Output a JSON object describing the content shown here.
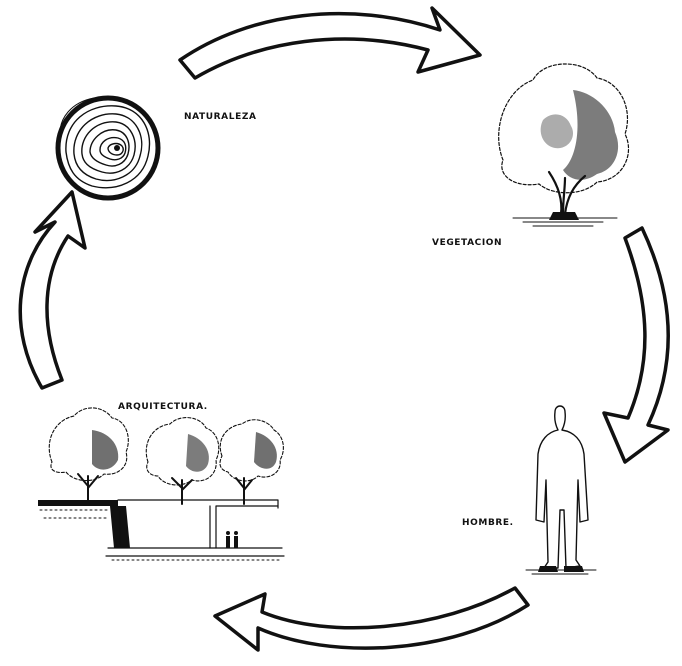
{
  "diagram": {
    "type": "cycle",
    "nodes": [
      {
        "id": "naturaleza",
        "label": "NATURALEZA",
        "icon": "tree-ring-icon"
      },
      {
        "id": "vegetacion",
        "label": "VEGETACION",
        "icon": "tree-icon"
      },
      {
        "id": "hombre",
        "label": "HOMBRE.",
        "icon": "person-icon"
      },
      {
        "id": "arquitectura",
        "label": "ARQUITECTURA.",
        "icon": "landscape-section-icon"
      }
    ],
    "edges": [
      {
        "from": "naturaleza",
        "to": "vegetacion"
      },
      {
        "from": "vegetacion",
        "to": "hombre"
      },
      {
        "from": "hombre",
        "to": "arquitectura"
      },
      {
        "from": "arquitectura",
        "to": "naturaleza"
      }
    ]
  }
}
